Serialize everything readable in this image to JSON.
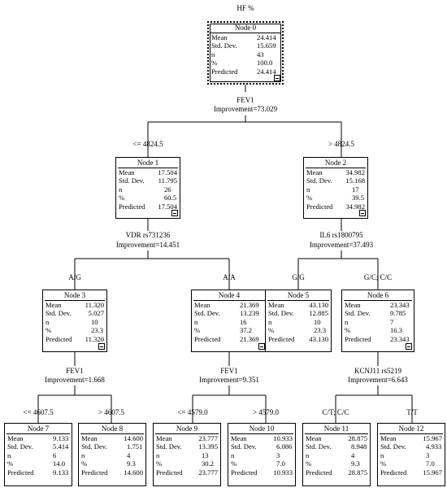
{
  "title": "HF %",
  "node_labels": {
    "mean": "Mean",
    "std": "Std. Dev.",
    "n": "n",
    "pct": "%",
    "predicted": "Predicted"
  },
  "nodes": [
    {
      "name": "Node 0",
      "mean": "24.414",
      "std": "15.659",
      "n": "43",
      "pct": "100.0",
      "predicted": "24.414"
    },
    {
      "name": "Node 1",
      "mean": "17.504",
      "std": "11.795",
      "n": "26",
      "pct": "60.5",
      "predicted": "17.504"
    },
    {
      "name": "Node 2",
      "mean": "34.982",
      "std": "15.168",
      "n": "17",
      "pct": "39.5",
      "predicted": "34.982"
    },
    {
      "name": "Node 3",
      "mean": "11.320",
      "std": "5.027",
      "n": "10",
      "pct": "23.3",
      "predicted": "11.320"
    },
    {
      "name": "Node 4",
      "mean": "21.369",
      "std": "13.239",
      "n": "16",
      "pct": "37.2",
      "predicted": "21.369"
    },
    {
      "name": "Node 5",
      "mean": "43.130",
      "std": "12.885",
      "n": "10",
      "pct": "23.3",
      "predicted": "43.130"
    },
    {
      "name": "Node 6",
      "mean": "23.343",
      "std": "9.785",
      "n": "7",
      "pct": "16.3",
      "predicted": "23.343"
    },
    {
      "name": "Node 7",
      "mean": "9.133",
      "std": "5.414",
      "n": "6",
      "pct": "14.0",
      "predicted": "9.133"
    },
    {
      "name": "Node 8",
      "mean": "14.600",
      "std": "1.751",
      "n": "4",
      "pct": "9.3",
      "predicted": "14.600"
    },
    {
      "name": "Node 9",
      "mean": "23.777",
      "std": "13.395",
      "n": "13",
      "pct": "30.2",
      "predicted": "23.777"
    },
    {
      "name": "Node 10",
      "mean": "10.933",
      "std": "6.086",
      "n": "3",
      "pct": "7.0",
      "predicted": "10.933"
    },
    {
      "name": "Node 11",
      "mean": "28.875",
      "std": "8.948",
      "n": "4",
      "pct": "9.3",
      "predicted": "28.875"
    },
    {
      "name": "Node 12",
      "mean": "15.967",
      "std": "4.933",
      "n": "3",
      "pct": "7.0",
      "predicted": "15.967"
    }
  ],
  "splits": [
    {
      "variable": "FEV1",
      "improvement": "Improvement=73.029"
    },
    {
      "variable": "VDR rs731236",
      "improvement": "Improvement=14.451"
    },
    {
      "variable": "IL6 rs1800795",
      "improvement": "Improvement=37.493"
    },
    {
      "variable": "FEV1",
      "improvement": "Improvement=1.668"
    },
    {
      "variable": "FEV1",
      "improvement": "Improvement=9.351"
    },
    {
      "variable": "KCNJ11 rs5219",
      "improvement": "Improvement=6.643"
    }
  ],
  "branches": [
    "<= 4824.5",
    "> 4824.5",
    "A/G",
    "A/A",
    "G/G",
    "G/C; C/C",
    "<= 4607.5",
    "> 4607.5",
    "<= 4579.0",
    "> 4579.0",
    "C/T; C/C",
    "T/T"
  ]
}
